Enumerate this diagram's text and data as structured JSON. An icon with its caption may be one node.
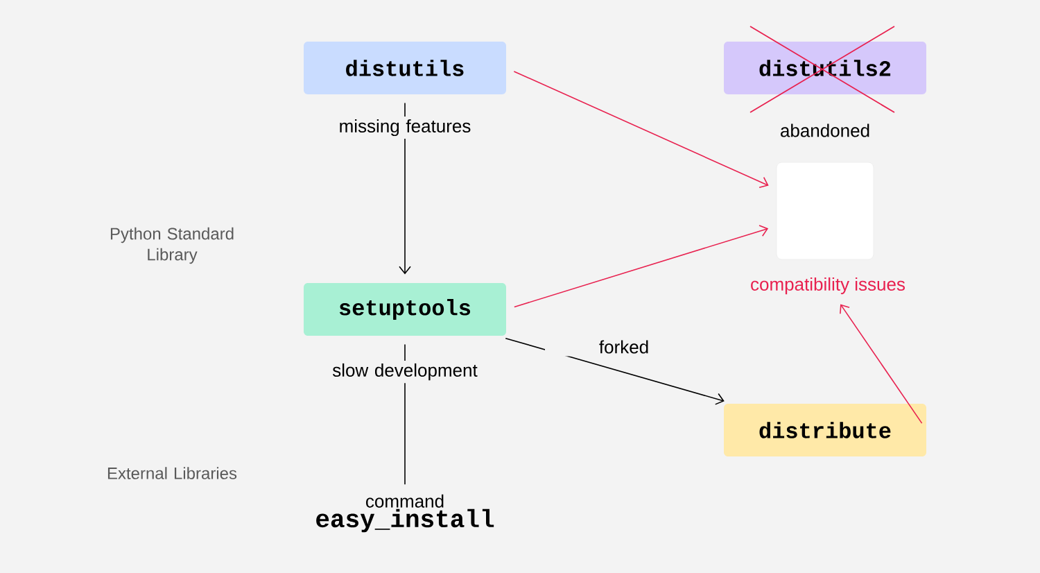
{
  "diagram": {
    "nodes": [
      {
        "text": [
          "distutils"
        ]
      },
      {
        "text": [
          "setuptools"
        ]
      },
      {
        "text": [
          "distutils2"
        ],
        "beside": [
          "abandoned"
        ]
      },
      {
        "text": [
          "distribute"
        ]
      },
      {
        "text": [],
        "shape": "box"
      },
      {
        "text": [
          "compatibility issues"
        ]
      },
      {
        "text": [
          "command",
          "easy_install"
        ]
      }
    ],
    "edges": [
      {
        "from": 0,
        "to": 1,
        "arrow": "to",
        "label": "missing features"
      },
      {
        "from": 0,
        "to": 4,
        "arrow": "to",
        "color": "#e8214f"
      },
      {
        "from": 1,
        "to": 4,
        "arrow": "to",
        "color": "#e8214f"
      },
      {
        "from": 1,
        "to": 3,
        "arrow": "to",
        "label": "forked"
      },
      {
        "from": 3,
        "to": 5,
        "arrow": "to",
        "color": "#e8214f"
      },
      {
        "from": 1,
        "to": 6,
        "arrow": "none",
        "label": "slow development"
      }
    ],
    "labels": [
      "Python Standard Library",
      "External Libraries"
    ]
  }
}
